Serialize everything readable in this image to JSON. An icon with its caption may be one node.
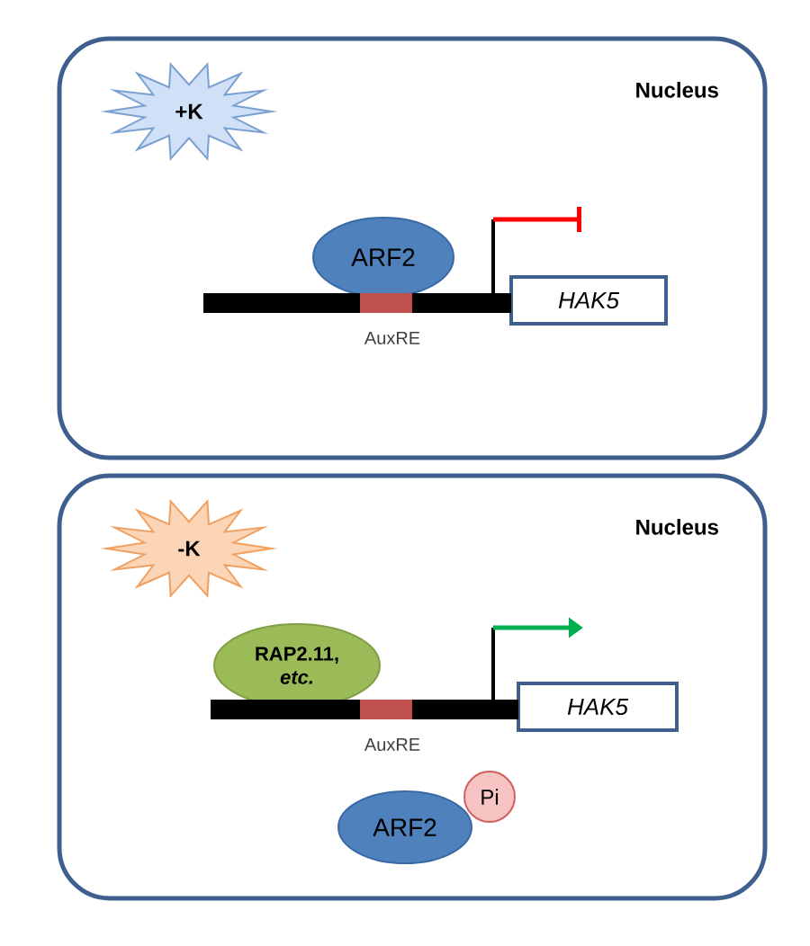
{
  "diagram": {
    "nodes": [
      {
        "text": [
          "Nucleus"
        ]
      },
      {
        "text": [
          "+K"
        ],
        "in": 0
      },
      {
        "text": [
          "ARF2"
        ],
        "in": 0
      },
      {
        "text": [
          "HAK5"
        ],
        "in": 0
      },
      {
        "text": [
          "Nucleus"
        ]
      },
      {
        "text": [
          "-K"
        ],
        "in": 4
      },
      {
        "text": [
          "RAP2.11, *etc.*"
        ],
        "in": 4
      },
      {
        "text": [
          "HAK5"
        ],
        "in": 4
      },
      {
        "text": [
          "ARF2"
        ],
        "in": 4
      },
      {
        "text": [
          "Pi"
        ],
        "in": 4
      }
    ],
    "edges": [],
    "labels": [
      "AuxRE",
      "AuxRE"
    ]
  }
}
